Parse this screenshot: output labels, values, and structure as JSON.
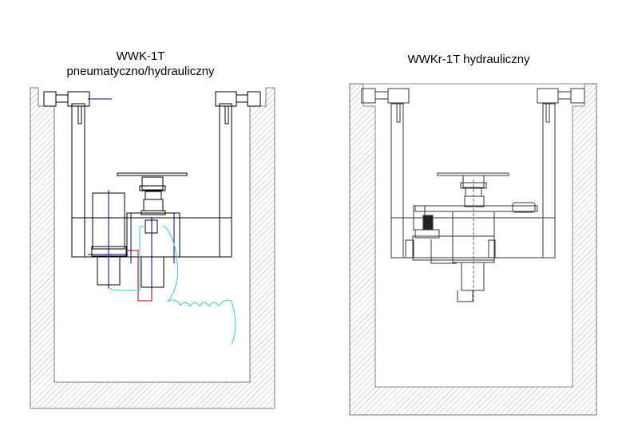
{
  "left_drawing": {
    "title_line1": "WWK-1T",
    "title_line2": "pneumatyczno/hydrauliczny"
  },
  "right_drawing": {
    "title": "WWKr-1T hydrauliczny"
  },
  "colors": {
    "line": "#000000",
    "axis": "#000080",
    "hose": "#33cccc",
    "pipe": "#990000",
    "hatch": "#999999"
  }
}
